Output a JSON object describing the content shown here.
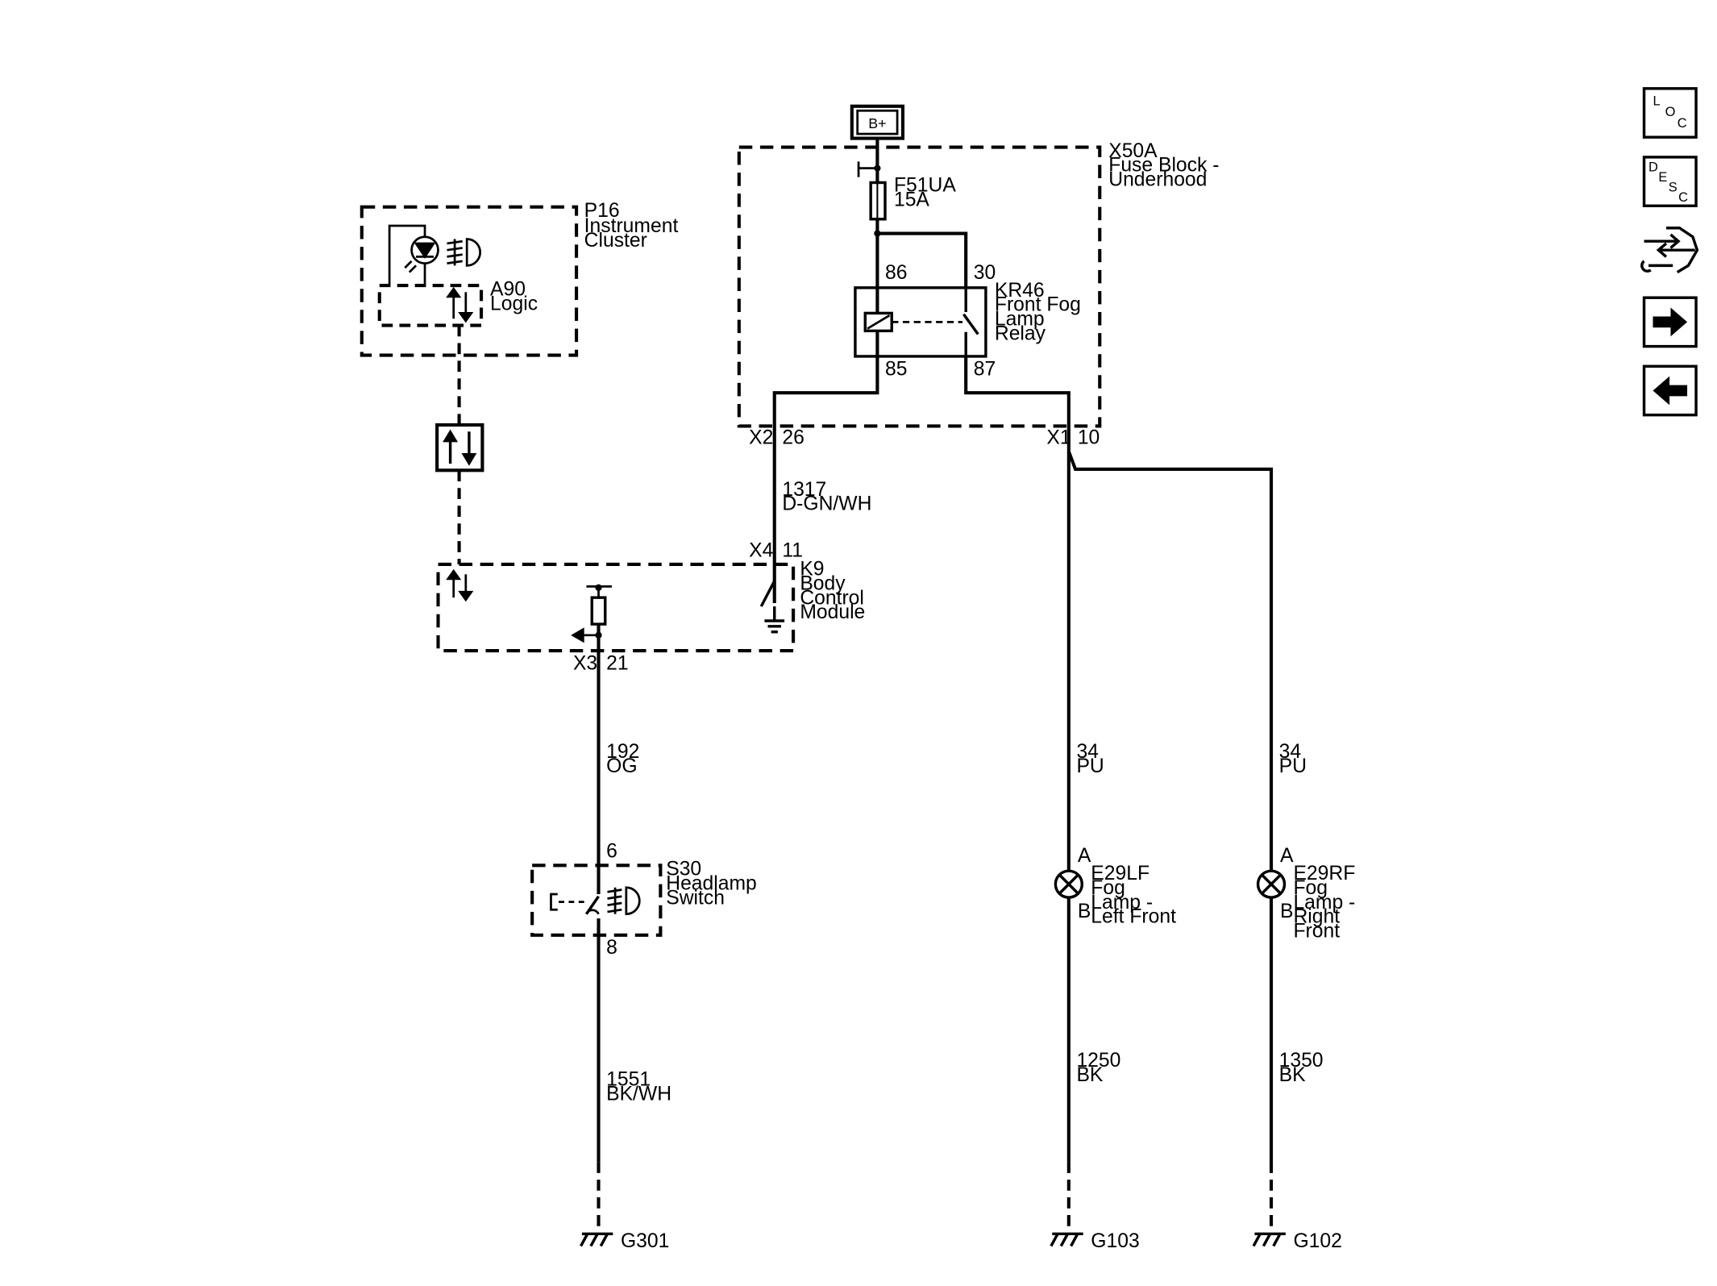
{
  "power": {
    "label": "B+"
  },
  "fuse_block": {
    "id": "X50A",
    "name_line1": "Fuse Block -",
    "name_line2": "Underhood",
    "fuse_id": "F51UA",
    "fuse_rating": "15A"
  },
  "relay": {
    "id": "KR46",
    "name_line1": "Front Fog",
    "name_line2": "Lamp",
    "name_line3": "Relay",
    "pin_86": "86",
    "pin_30": "30",
    "pin_85": "85",
    "pin_87": "87"
  },
  "instrument_cluster": {
    "id": "P16",
    "name_line1": "Instrument",
    "name_line2": "Cluster",
    "logic_id": "A90",
    "logic_name": "Logic"
  },
  "connectors": {
    "x2": "X2",
    "x2_pin": "26",
    "x1": "X1",
    "x1_pin": "10",
    "x4": "X4",
    "x4_pin": "11",
    "x3": "X3",
    "x3_pin": "21"
  },
  "bcm": {
    "id": "K9",
    "name_line1": "Body",
    "name_line2": "Control",
    "name_line3": "Module"
  },
  "wires": {
    "w1317_num": "1317",
    "w1317_color": "D-GN/WH",
    "w192_num": "192",
    "w192_color": "OG",
    "w1551_num": "1551",
    "w1551_color": "BK/WH",
    "w34_left_num": "34",
    "w34_left_color": "PU",
    "w34_right_num": "34",
    "w34_right_color": "PU",
    "w1250_num": "1250",
    "w1250_color": "BK",
    "w1350_num": "1350",
    "w1350_color": "BK"
  },
  "headlamp_switch": {
    "id": "S30",
    "name_line1": "Headlamp",
    "name_line2": "Switch",
    "pin_top": "6",
    "pin_bottom": "8"
  },
  "fog_left": {
    "id": "E29LF",
    "name_line1": "Fog",
    "name_line2": "Lamp -",
    "name_line3": "Left Front",
    "pin_a": "A",
    "pin_b": "B"
  },
  "fog_right": {
    "id": "E29RF",
    "name_line1": "Fog",
    "name_line2": "Lamp -",
    "name_line3": "Right",
    "name_line4": "Front",
    "pin_a": "A",
    "pin_b": "B"
  },
  "grounds": {
    "g301": "G301",
    "g103": "G103",
    "g102": "G102"
  },
  "nav": {
    "loc": {
      "l": "L",
      "o": "O",
      "c": "C"
    },
    "desc": {
      "d": "D",
      "e": "E",
      "s": "S",
      "c": "C"
    }
  }
}
